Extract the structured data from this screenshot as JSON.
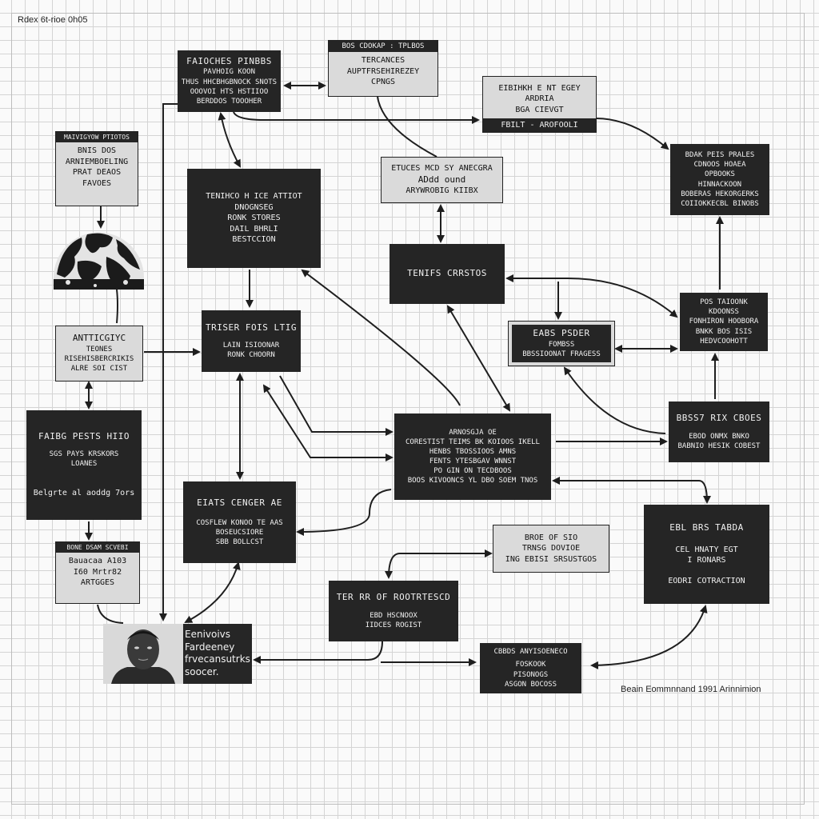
{
  "header": "Rdex 6t-rioe 0h05",
  "caption": "Beain Eommnnand 1991 Arinnimion",
  "nodes": {
    "n1": {
      "title": "FAIOCHES PINBBS",
      "lines": [
        "PAVHOIG KOON",
        "THUS HHCBHGBNOCK SNOTS",
        "OOOVOI HTS HSTIIOO",
        "BERDDOS TOOOHER"
      ]
    },
    "n2": {
      "header": "BOS CDOKAP : TPLBOS",
      "lines": [
        "TERCANCES",
        "AUPTFRSEHIREZEY",
        "CPNGS"
      ]
    },
    "n3": {
      "lines": [
        "EIBIHKH E NT EGEY",
        "ARDRIA",
        "BGA CIEVGT"
      ],
      "footer": "FBILT - AROFOOLI"
    },
    "n4": {
      "header": "MAIVIGYOW PTIOTOS",
      "lines": [
        "BNIS DOS",
        "ARNIEMBOELING",
        "PRAT DEAOS",
        "FAVOES"
      ]
    },
    "n5": {
      "lines": [
        "ETUCES MCD SY ANECGRA",
        "ADdd ound",
        "ARYWROBIG KIIBX"
      ]
    },
    "n6": {
      "lines": [
        "BDAK PEIS PRALES",
        "CDNOOS HOAEA",
        "OPBOOKS",
        "HINNACKOON",
        "BOBERAS HEKORGERKS",
        "COIIOKKECBL BINOBS"
      ]
    },
    "n7": {
      "lines": [
        "TENIHCO H ICE ATTIOT",
        "DNOGNSEG",
        "RONK STORES",
        "DAIL BHRLI",
        "BESTCCION"
      ]
    },
    "n8": {
      "title": "TENIFS CRRSTOS"
    },
    "n9": {
      "lines": [
        "ANTTICGIYC",
        "TEONES",
        "RISEHISBERCRIKIS",
        "ALRE SOI CIST"
      ]
    },
    "n10": {
      "title": "TRISER FOIS LTIG",
      "lines": [
        "LAIN ISIOONAR",
        "RONK CHOORN"
      ]
    },
    "n11": {
      "title": "EABS PSDER",
      "lines": [
        "FOMBSS",
        "BBSSIOONAT FRAGESS"
      ]
    },
    "n12": {
      "lines": [
        "POS TAIOONK",
        "KDOONSS",
        "FONHIRON HOOBORA",
        "BNKK BOS ISIS",
        "HEDVCOOHOTT"
      ]
    },
    "n13": {
      "title": "FAIBG PESTS HIIO",
      "lines": [
        "SGS PAYS KRSKORS",
        "LOANES"
      ],
      "gap": true,
      "extra": "Belgrte al aoddg 7ors"
    },
    "n14": {
      "lines": [
        "ARNOSGJA OE",
        "CORESTIST TEIMS BK KOIOOS IKELL",
        "HENBS TBOSSIOOS AMNS",
        "FENTS YTESBGAV WNNST",
        "PO GIN ON TECDBOOS",
        "BOOS KIVOONCS YL DBO SOEM TNOS"
      ]
    },
    "n15": {
      "title": "BBSS7 RIX CBOES",
      "lines": [
        "EBOD ONMX BNKO",
        "BABNIO HESIK COBEST"
      ]
    },
    "n16": {
      "title": "EIATS CENGER AE",
      "lines": [
        "COSFLEW KONOO TE AAS",
        "BOSEUCSIORE",
        "SBB BOLLCST"
      ]
    },
    "n17": {
      "lines": [
        "BROE OF SIO",
        "TRNSG DOVIOE",
        "ING EBISI SRSUSTGOS"
      ]
    },
    "n18": {
      "title": "EBL BRS TABDA",
      "lines": [
        "CEL HNATY EGT",
        "I RONARS"
      ],
      "gap": true,
      "extra": "EODRI COTRACTION"
    },
    "n19": {
      "header": "BONE DSAM SCVEBI",
      "lines": [
        "Bauacaa A103",
        "I60 Mrtr82",
        "ARTGGES"
      ]
    },
    "n20": {
      "title": "TER RR OF ROOTRTESCD",
      "lines": [
        "EBD HSCNOOX",
        "IIDCES ROGIST"
      ]
    },
    "n21": {
      "lines": [
        "CBBDS ANYISOENECO",
        "FOSKOOK",
        "PISONOGS",
        "ASGON BOCOSS"
      ]
    },
    "n22": {
      "lines": [
        "Eenivoivs",
        "Fardeeney",
        "frvecansutrks",
        "soocer."
      ]
    }
  }
}
